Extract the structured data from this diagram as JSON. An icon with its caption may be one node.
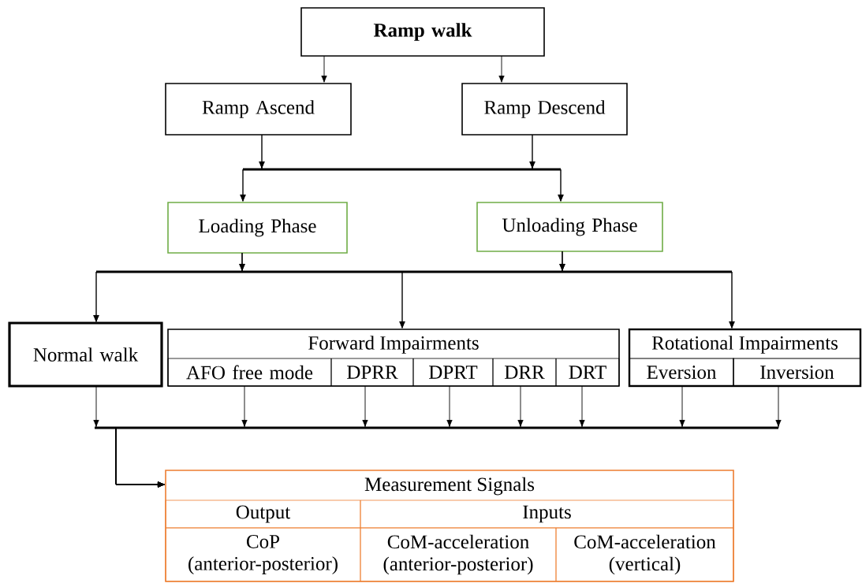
{
  "diagram": {
    "nodes": [
      {
        "text": [
          "Ramp walk"
        ]
      },
      {
        "text": [
          "Ramp Ascend"
        ]
      },
      {
        "text": [
          "Ramp Descend"
        ]
      },
      {
        "text": [
          "Loading Phase"
        ]
      },
      {
        "text": [
          "Unloading Phase"
        ]
      },
      {
        "text": [
          "Normal walk"
        ]
      },
      {
        "text": [
          "Forward Impairments"
        ]
      },
      {
        "text": [
          "AFO free mode"
        ],
        "in": 6
      },
      {
        "text": [
          "DPRR"
        ],
        "in": 6
      },
      {
        "text": [
          "DPRT"
        ],
        "in": 6
      },
      {
        "text": [
          "DRR"
        ],
        "in": 6
      },
      {
        "text": [
          "DRT"
        ],
        "in": 6
      },
      {
        "text": [
          "Rotational Impairments"
        ]
      },
      {
        "text": [
          "Eversion"
        ],
        "in": 12
      },
      {
        "text": [
          "Inversion"
        ],
        "in": 12
      },
      {
        "text": [
          "Measurement Signals"
        ]
      },
      {
        "text": [
          "Output"
        ],
        "in": 15
      },
      {
        "text": [
          "Inputs"
        ],
        "in": 15
      },
      {
        "text": [
          "CoP (anterior-posterior)"
        ],
        "in": 15
      },
      {
        "text": [
          "CoM-acceleration (anterior-posterior)"
        ],
        "in": 15
      },
      {
        "text": [
          "CoM-acceleration (vertical)"
        ],
        "in": 15
      }
    ],
    "edges": [
      {
        "from": 0,
        "to": 1,
        "arrow": "to"
      },
      {
        "from": 0,
        "to": 2,
        "arrow": "to"
      },
      {
        "from": 1,
        "to": 3,
        "arrow": "to"
      },
      {
        "from": 1,
        "to": 4,
        "arrow": "to"
      },
      {
        "from": 2,
        "to": 3,
        "arrow": "to"
      },
      {
        "from": 2,
        "to": 4,
        "arrow": "to"
      },
      {
        "from": 3,
        "to": 5,
        "arrow": "to"
      },
      {
        "from": 3,
        "to": 6,
        "arrow": "to"
      },
      {
        "from": 3,
        "to": 12,
        "arrow": "to"
      },
      {
        "from": 4,
        "to": 5,
        "arrow": "to"
      },
      {
        "from": 4,
        "to": 6,
        "arrow": "to"
      },
      {
        "from": 4,
        "to": 12,
        "arrow": "to"
      },
      {
        "from": 5,
        "to": 15,
        "arrow": "to"
      },
      {
        "from": 7,
        "to": 15,
        "arrow": "to"
      },
      {
        "from": 8,
        "to": 15,
        "arrow": "to"
      },
      {
        "from": 9,
        "to": 15,
        "arrow": "to"
      },
      {
        "from": 10,
        "to": 15,
        "arrow": "to"
      },
      {
        "from": 11,
        "to": 15,
        "arrow": "to"
      },
      {
        "from": 13,
        "to": 15,
        "arrow": "to"
      },
      {
        "from": 14,
        "to": 15,
        "arrow": "to"
      }
    ]
  }
}
